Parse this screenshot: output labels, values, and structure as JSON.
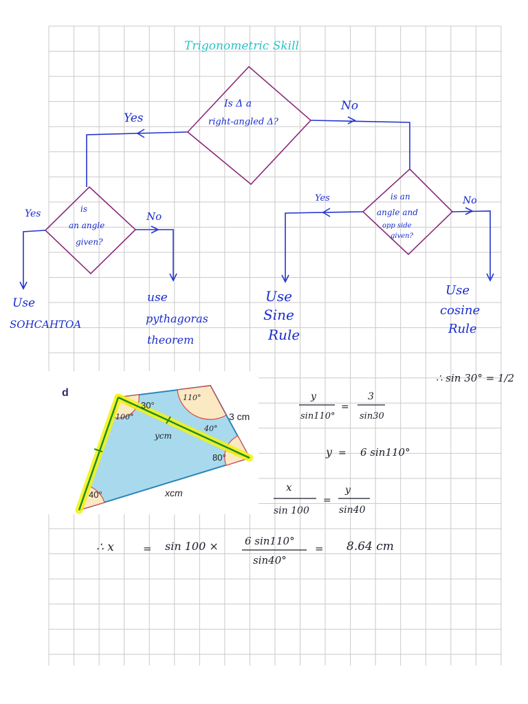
{
  "page": {
    "title": "Trigonometric Skill"
  },
  "flowchart": {
    "top": {
      "line1": "Is Δ a",
      "line2": "right-angled Δ?",
      "yes": "Yes",
      "no": "No"
    },
    "left": {
      "line1": "is",
      "line2": "an angle",
      "line3": "given?",
      "yes": "Yes",
      "no": "No"
    },
    "right": {
      "line1": "is an",
      "line2": "angle and",
      "line3": "opp side",
      "line4": "given?",
      "yes": "Yes",
      "no": "No"
    },
    "outcomes": {
      "sohcahtoa": {
        "line1": "Use",
        "line2": "SOHCAHTOA"
      },
      "pythagoras": {
        "line1": "use",
        "line2": "pythagoras",
        "line3": "theorem"
      },
      "sine": {
        "line1": "Use",
        "line2": "Sine",
        "line3": "Rule"
      },
      "cosine": {
        "line1": "Use",
        "line2": "cosine",
        "line3": "Rule"
      }
    }
  },
  "figure": {
    "label": "d",
    "angles": {
      "a100": "100°",
      "a30": "30°",
      "a110": "110°",
      "a40top": "40°",
      "a80": "80°",
      "a40bottom": "40°"
    },
    "side_3cm": "3 cm",
    "side_y": "ycm",
    "side_x": "xcm"
  },
  "working": {
    "note": "∴ sin 30° = 1/2",
    "eq1": {
      "lnum": "y",
      "lden": "sin110°",
      "rnum": "3",
      "rden": "sin30",
      "eq": "="
    },
    "eq2": {
      "left": "y",
      "eq": "=",
      "right": "6 sin110°"
    },
    "eq3": {
      "lnum": "x",
      "lden": "sin 100",
      "rnum": "y",
      "rden": "sin40",
      "eq": "="
    },
    "eq4": {
      "prefix": "∴ x",
      "eq": "=",
      "mid": "sin 100 ×",
      "fnum": "6 sin110°",
      "fden": "sin40°",
      "eq2": "=",
      "result": "8.64 cm"
    }
  },
  "colors": {
    "grid": "#c9c9c9",
    "ink": "#1a2ccc",
    "title": "#27c3c9",
    "diamond": "#8a2a7a",
    "quad": "#a9d9ec",
    "highlight": "#f3f312",
    "edge": "#1e8a1e"
  }
}
